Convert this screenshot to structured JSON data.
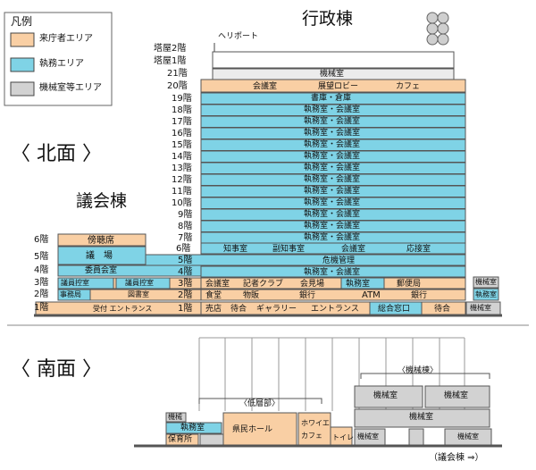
{
  "legend": {
    "title": "凡例",
    "items": [
      {
        "label": "来庁者エリア",
        "color": "#f9cfa4"
      },
      {
        "label": "執務エリア",
        "color": "#7fd3e6"
      },
      {
        "label": "機械室等エリア",
        "color": "#d2d2d2"
      }
    ]
  },
  "headings": {
    "gyosei": "行政棟",
    "gikai": "議会棟",
    "north": "〈 北面 〉",
    "south": "〈 南面 〉"
  },
  "colors": {
    "visitor": "#f9cfa4",
    "office": "#7fd3e6",
    "machine": "#d2d2d2",
    "line": "#444444",
    "ground": "#555555"
  },
  "gyosei_floors": [
    {
      "floor": "塔屋2階",
      "rooms": []
    },
    {
      "floor": "塔屋1階",
      "rooms": []
    },
    {
      "floor": "21階",
      "rooms": [
        "機械室"
      ]
    },
    {
      "floor": "20階",
      "rooms": [
        "会議室",
        "展望ロビー",
        "カフェ"
      ]
    },
    {
      "floor": "19階",
      "rooms": [
        "書庫・倉庫"
      ]
    },
    {
      "floor": "18階",
      "rooms": [
        "執務室・会議室"
      ]
    },
    {
      "floor": "17階",
      "rooms": [
        "執務室・会議室"
      ]
    },
    {
      "floor": "16階",
      "rooms": [
        "執務室・会議室"
      ]
    },
    {
      "floor": "15階",
      "rooms": [
        "執務室・会議室"
      ]
    },
    {
      "floor": "14階",
      "rooms": [
        "執務室・会議室"
      ]
    },
    {
      "floor": "13階",
      "rooms": [
        "執務室・会議室"
      ]
    },
    {
      "floor": "12階",
      "rooms": [
        "執務室・会議室"
      ]
    },
    {
      "floor": "11階",
      "rooms": [
        "執務室・会議室"
      ]
    },
    {
      "floor": "10階",
      "rooms": [
        "執務室・会議室"
      ]
    },
    {
      "floor": "9階",
      "rooms": [
        "執務室・会議室"
      ]
    },
    {
      "floor": "8階",
      "rooms": [
        "執務室・会議室"
      ]
    },
    {
      "floor": "7階",
      "rooms": [
        "執務室・会議室"
      ]
    },
    {
      "floor": "6階",
      "rooms": [
        "知事室",
        "副知事室",
        "会議室",
        "応接室"
      ]
    },
    {
      "floor": "5階",
      "rooms": [
        "危機管理"
      ]
    },
    {
      "floor": "4階",
      "rooms": [
        "執務室・会議室"
      ]
    },
    {
      "floor": "3階",
      "rooms": [
        "会議室",
        "記者クラブ",
        "会見場",
        "執務室",
        "郵便局"
      ]
    },
    {
      "floor": "2階",
      "rooms": [
        "食堂",
        "物販",
        "銀行",
        "ATM",
        "銀行"
      ]
    },
    {
      "floor": "1階",
      "rooms": [
        "売店",
        "待合",
        "ギャラリー",
        "エントランス",
        "総合窓口",
        "待合"
      ]
    }
  ],
  "gikai_floors": [
    {
      "floor": "6階",
      "rooms": [
        "傍聴席"
      ]
    },
    {
      "floor": "5階",
      "rooms": [
        "議　場"
      ]
    },
    {
      "floor": "4階",
      "rooms": [
        "委員会室"
      ]
    },
    {
      "floor": "3階",
      "rooms": [
        "議員控室",
        "議員控室"
      ]
    },
    {
      "floor": "2階",
      "rooms": [
        "事務局",
        "図書室"
      ]
    },
    {
      "floor": "1階",
      "rooms": [
        "受付 エントランス"
      ]
    }
  ],
  "annex": {
    "heliport": "ヘリポート",
    "machine_rooms": [
      "機械室",
      "執務室",
      "機械室"
    ]
  },
  "south": {
    "low_block_label": "〈低層部〉",
    "machine_building_label": "〈機械棟〉",
    "gikai_arrow": "（議会棟 ⇒）",
    "rooms": [
      "機械",
      "執務室",
      "保育所",
      "県民ホール",
      "ホワイエ",
      "カフェ",
      "トイレ",
      "機械室",
      "機械室",
      "機械室",
      "機械室",
      "機械室"
    ]
  }
}
